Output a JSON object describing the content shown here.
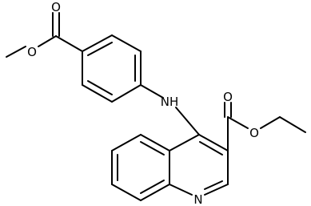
{
  "atoms": [
    {
      "id": "o_carbonyl_methyl_ester",
      "symbol": "O"
    },
    {
      "id": "o_methoxy",
      "symbol": "O"
    },
    {
      "id": "n_amine",
      "symbol": "NH"
    },
    {
      "id": "o_carbonyl_ethyl_ester",
      "symbol": "O"
    },
    {
      "id": "o_ethoxy",
      "symbol": "O"
    },
    {
      "id": "n_quinoline",
      "symbol": "N"
    }
  ],
  "colors": {
    "bond": "#000000",
    "label": "#000000",
    "background": "#ffffff"
  }
}
